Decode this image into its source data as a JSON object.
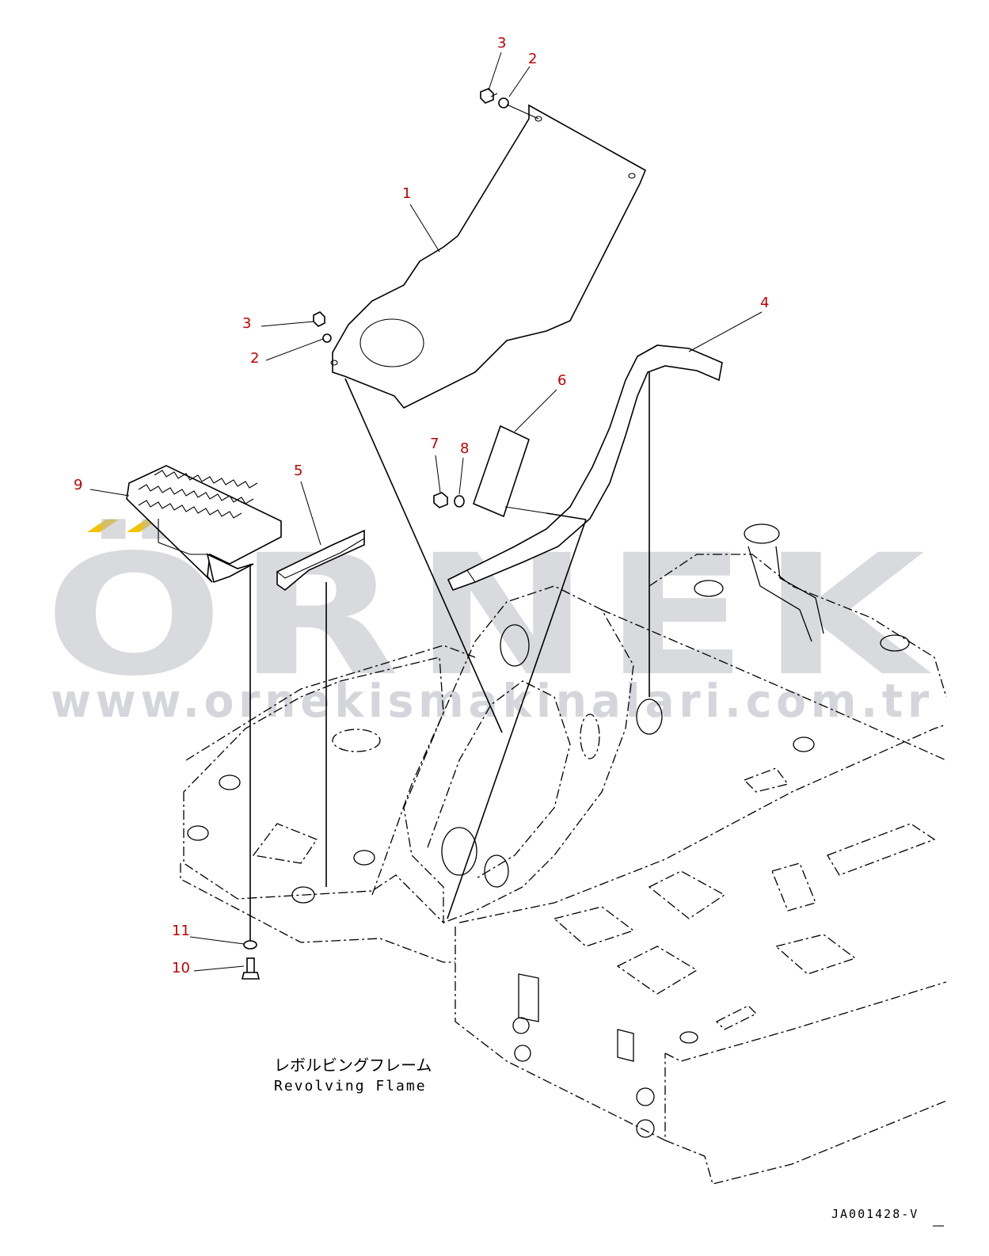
{
  "watermark": {
    "brand": "ÖRNEK",
    "url": "www.ornekismakinalari.com.tr",
    "accent_color": "#f2c200",
    "text_color": "#b9bcc4"
  },
  "callouts": [
    {
      "id": "c-1",
      "label": "1"
    },
    {
      "id": "c-2a",
      "label": "2"
    },
    {
      "id": "c-3a",
      "label": "3"
    },
    {
      "id": "c-3b",
      "label": "3"
    },
    {
      "id": "c-2b",
      "label": "2"
    },
    {
      "id": "c-4",
      "label": "4"
    },
    {
      "id": "c-6",
      "label": "6"
    },
    {
      "id": "c-7",
      "label": "7"
    },
    {
      "id": "c-8",
      "label": "8"
    },
    {
      "id": "c-5",
      "label": "5"
    },
    {
      "id": "c-9",
      "label": "9"
    },
    {
      "id": "c-11",
      "label": "11"
    },
    {
      "id": "c-10",
      "label": "10"
    }
  ],
  "caption": {
    "japanese": "レボルビングフレーム",
    "english": "Revolving Flame"
  },
  "drawing_id": "JA001428-V",
  "colors": {
    "callout": "#c00000",
    "line": "#000000"
  }
}
